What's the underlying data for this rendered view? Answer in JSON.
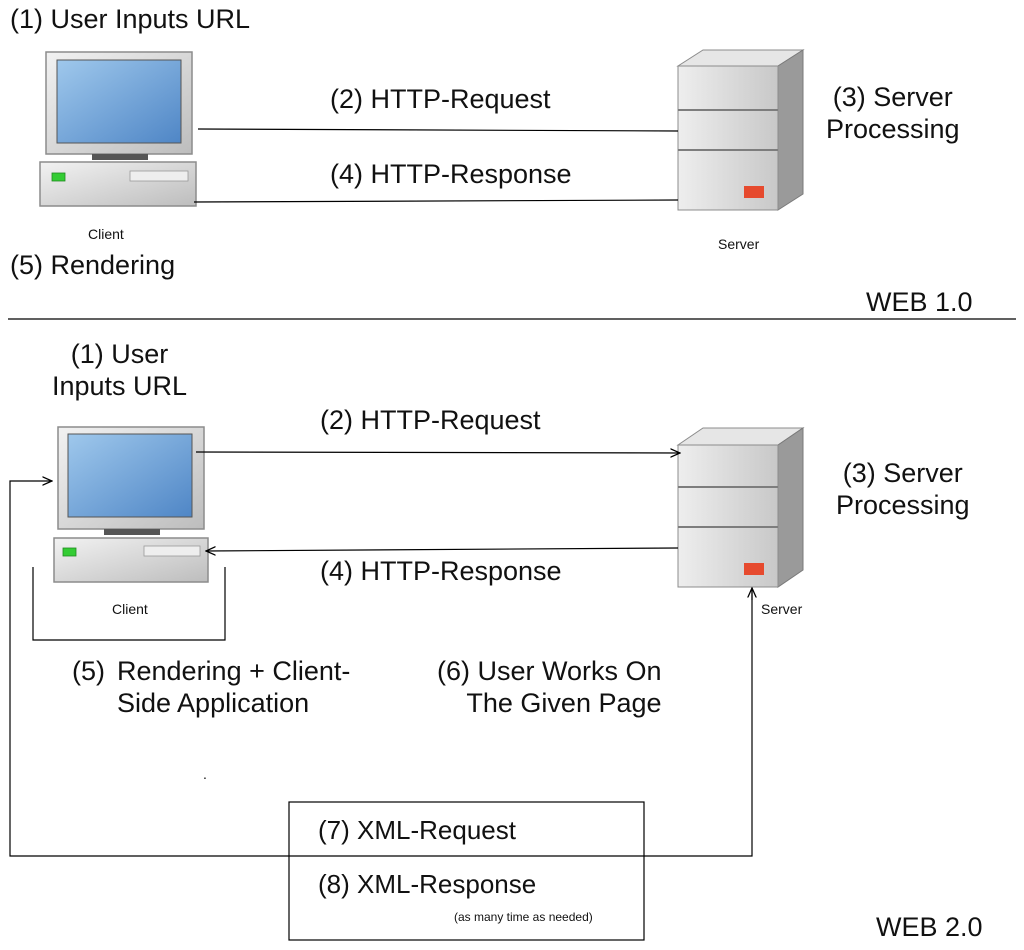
{
  "web1": {
    "title": "WEB 1.0",
    "step1": "(1) User Inputs URL",
    "step2": "(2) HTTP-Request",
    "step3": "(3) Server\nProcessing",
    "step4": "(4) HTTP-Response",
    "step5": "(5) Rendering",
    "client_label": "Client",
    "server_label": "Server"
  },
  "web2": {
    "title": "WEB 2.0",
    "step1": "(1) User\nInputs URL",
    "step2": "(2) HTTP-Request",
    "step3": "(3) Server\nProcessing",
    "step4": "(4) HTTP-Response",
    "step5_prefix": "(5)",
    "step5": "Rendering + Client-\nSide Application",
    "step6": "(6) User Works On\nThe Given Page",
    "step7": "(7) XML-Request",
    "step8": "(8) XML-Response",
    "note": "(as many time as needed)",
    "client_label": "Client",
    "server_label": "Server",
    "stray_mark": "."
  },
  "colors": {
    "screen": "#6fa8dc",
    "monitor_frame": "#d9d9d9",
    "case": "#e3e3e3",
    "server_front": "#dcdcdc",
    "server_side": "#9a9a9a",
    "led_green": "#33cc33",
    "led_red": "#e64a2e",
    "line": "#000000"
  },
  "icons": [
    "computer-icon",
    "server-icon"
  ]
}
